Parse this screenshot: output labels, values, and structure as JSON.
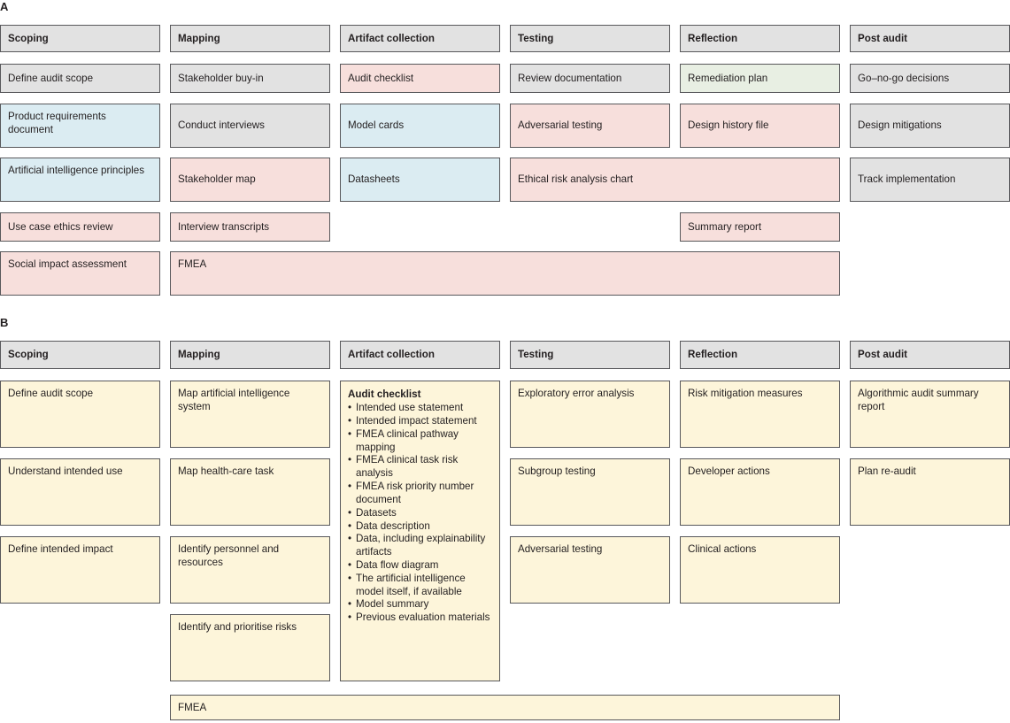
{
  "figure": {
    "panels": [
      {
        "letter": "A",
        "columns": [
          {
            "header": "Scoping",
            "items": [
              {
                "text": "Define audit scope",
                "color": "grey"
              },
              {
                "text": "Product requirements document",
                "color": "blue"
              },
              {
                "text": "Artificial intelligence principles",
                "color": "blue"
              },
              {
                "text": "Use case ethics review",
                "color": "pink"
              },
              {
                "text": "Social impact assessment",
                "color": "pink"
              }
            ]
          },
          {
            "header": "Mapping",
            "items": [
              {
                "text": "Stakeholder buy-in",
                "color": "grey"
              },
              {
                "text": "Conduct interviews",
                "color": "grey"
              },
              {
                "text": "Stakeholder map",
                "color": "pink"
              },
              {
                "text": "Interview transcripts",
                "color": "pink"
              },
              {
                "text": "FMEA",
                "color": "pink"
              }
            ]
          },
          {
            "header": "Artifact collection",
            "items": [
              {
                "text": "Audit checklist",
                "color": "pink"
              },
              {
                "text": "Model cards",
                "color": "blue"
              },
              {
                "text": "Datasheets",
                "color": "blue"
              }
            ]
          },
          {
            "header": "Testing",
            "items": [
              {
                "text": "Review documentation",
                "color": "grey"
              },
              {
                "text": "Adversarial testing",
                "color": "pink"
              },
              {
                "text": "Ethical risk analysis chart",
                "color": "pink"
              }
            ]
          },
          {
            "header": "Reflection",
            "items": [
              {
                "text": "Remediation plan",
                "color": "green"
              },
              {
                "text": "Design history file",
                "color": "pink"
              },
              {
                "text": "Summary report",
                "color": "pink"
              }
            ]
          },
          {
            "header": "Post audit",
            "items": [
              {
                "text": "Go–no-go decisions",
                "color": "grey"
              },
              {
                "text": "Design mitigations",
                "color": "grey"
              },
              {
                "text": "Track implementation",
                "color": "grey"
              }
            ]
          }
        ]
      },
      {
        "letter": "B",
        "columns": [
          {
            "header": "Scoping",
            "items": [
              {
                "text": "Define audit scope",
                "color": "yellow"
              },
              {
                "text": "Understand intended use",
                "color": "yellow"
              },
              {
                "text": "Define intended impact",
                "color": "yellow"
              }
            ]
          },
          {
            "header": "Mapping",
            "items": [
              {
                "text": "Map artificial intelligence system",
                "color": "yellow"
              },
              {
                "text": "Map health-care task",
                "color": "yellow"
              },
              {
                "text": "Identify personnel and resources",
                "color": "yellow"
              },
              {
                "text": "Identify and prioritise risks",
                "color": "yellow"
              },
              {
                "text": "FMEA",
                "color": "yellow"
              }
            ]
          },
          {
            "header": "Artifact collection",
            "items": [
              {
                "title": "Audit checklist",
                "color": "yellow",
                "bullets": [
                  "Intended use statement",
                  "Intended impact statement",
                  "FMEA clinical pathway mapping",
                  "FMEA clinical task risk analysis",
                  "FMEA risk priority number document",
                  "Datasets",
                  "Data description",
                  "Data, including explainability artifacts",
                  "Data flow diagram",
                  "The artificial intelligence model itself, if available",
                  "Model summary",
                  "Previous evaluation materials"
                ]
              }
            ]
          },
          {
            "header": "Testing",
            "items": [
              {
                "text": "Exploratory error analysis",
                "color": "yellow"
              },
              {
                "text": "Subgroup testing",
                "color": "yellow"
              },
              {
                "text": "Adversarial testing",
                "color": "yellow"
              }
            ]
          },
          {
            "header": "Reflection",
            "items": [
              {
                "text": "Risk mitigation measures",
                "color": "yellow"
              },
              {
                "text": "Developer actions",
                "color": "yellow"
              },
              {
                "text": "Clinical actions",
                "color": "yellow"
              }
            ]
          },
          {
            "header": "Post audit",
            "items": [
              {
                "text": "Algorithmic audit summary report",
                "color": "yellow"
              },
              {
                "text": "Plan re-audit",
                "color": "yellow"
              }
            ]
          }
        ]
      }
    ],
    "colors": {
      "grey": "#e2e2e2",
      "blue": "#dbecf2",
      "pink": "#f7dfdc",
      "green": "#e8efe3",
      "yellow": "#fdf5da",
      "border": "#58585b",
      "text": "#231f20"
    }
  }
}
